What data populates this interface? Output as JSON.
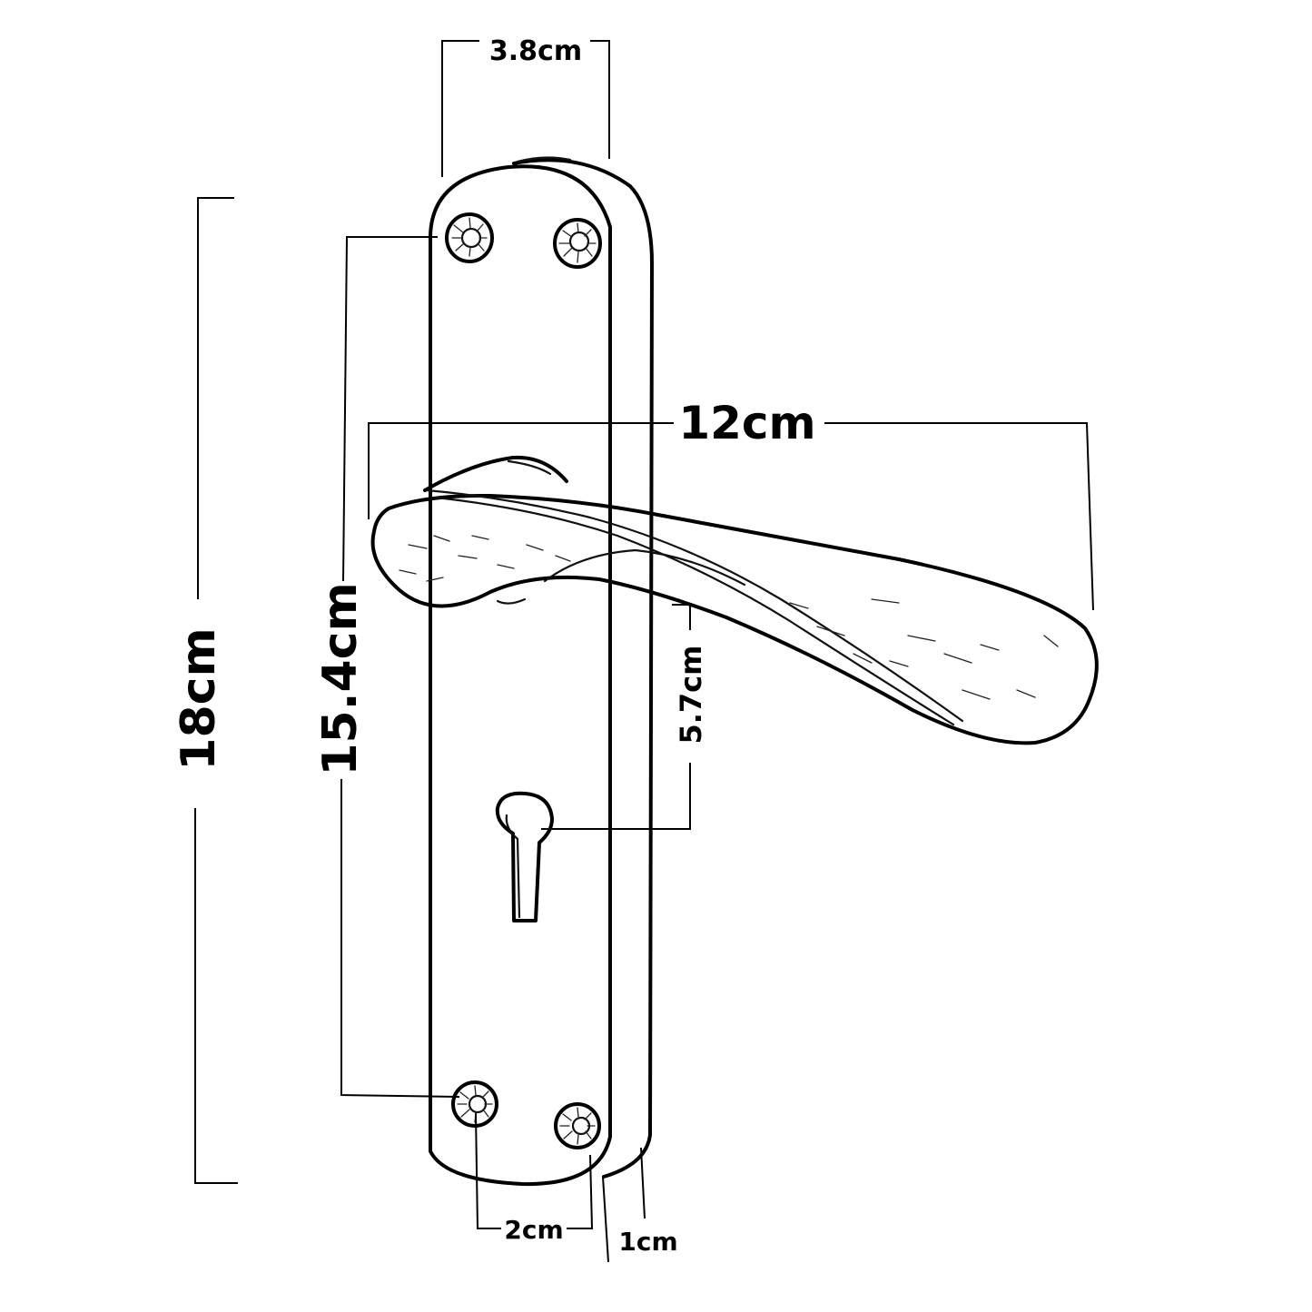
{
  "dimensions": {
    "plate_width": "3.8cm",
    "lever_length": "12cm",
    "total_height": "18cm",
    "screw_spacing": "15.4cm",
    "lever_to_keyhole": "5.7cm",
    "bottom_screw_spacing": "2cm",
    "plate_thickness": "1cm"
  }
}
